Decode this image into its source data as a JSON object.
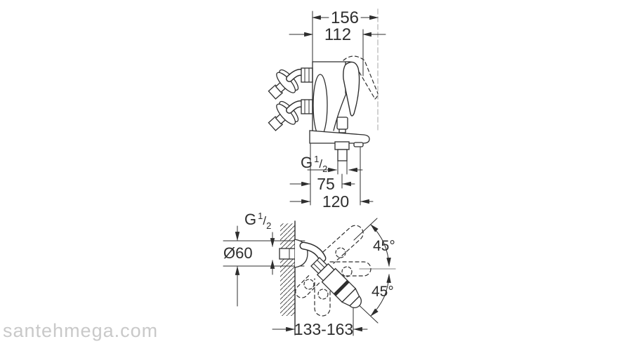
{
  "watermark": "santehmega.com",
  "drawing": {
    "front_view": {
      "width_overall": "156",
      "width_inner": "112",
      "outlet_thread": {
        "letter": "G",
        "numerator": "1",
        "slash": "/",
        "denominator": "2"
      },
      "outlet_offset": "75",
      "spout_reach": "120"
    },
    "installation_view": {
      "wall_thread": {
        "letter": "G",
        "numerator": "1",
        "slash": "/",
        "denominator": "2"
      },
      "escutcheon_diameter": "Ø60",
      "swivel_angle_up": "45°",
      "swivel_angle_down": "45°",
      "clearance_range": "133-163"
    }
  }
}
